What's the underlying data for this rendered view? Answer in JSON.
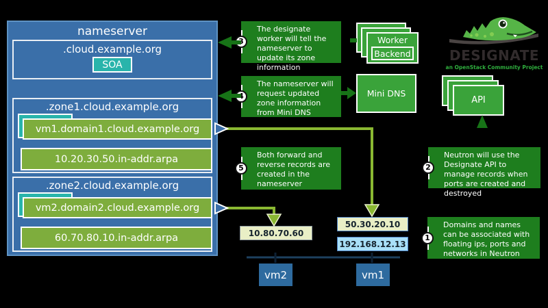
{
  "nameserver_panel": {
    "title": "nameserver",
    "soa": {
      "domain": ".cloud.example.org",
      "record": "SOA"
    },
    "zone1": {
      "name": ".zone1.cloud.example.org",
      "forward_record": "vm1.domain1.cloud.example.org",
      "reverse_record": "10.20.30.50.in-addr.arpa"
    },
    "zone2": {
      "name": ".zone2.cloud.example.org",
      "forward_record": "vm2.domain2.cloud.example.org",
      "reverse_record": "60.70.80.10.in-addr.arpa"
    }
  },
  "notes": {
    "n1": {
      "number": "1",
      "text": "Domains and names can be associated with floating ips, ports and networks in Neutron"
    },
    "n2": {
      "number": "2",
      "text": "Neutron will use the Designate API to manage records when ports are created and destroyed"
    },
    "n3": {
      "number": "3",
      "text": "The designate worker will tell the nameserver to update its zone information"
    },
    "n4": {
      "number": "4",
      "text": "The nameserver will request updated zone information from Mini DNS"
    },
    "n5": {
      "number": "5",
      "text": "Both forward and reverse records are created in the nameserver"
    }
  },
  "services": {
    "worker_label": "Worker",
    "backend_label": "Backend",
    "mini_dns_label": "Mini DNS",
    "api_label": "API"
  },
  "logo": {
    "title": "DESIGNATE",
    "subtitle": "an OpenStack Community Project"
  },
  "network": {
    "vm2_ip": "10.80.70.60",
    "vm1_floating_ip": "50.30.20.10",
    "vm1_fixed_ip": "192.168.12.13",
    "vm2_label": "vm2",
    "vm1_label": "vm1"
  },
  "colors": {
    "panel_blue": "#3a6fa9",
    "teal": "#29b4ab",
    "record_green": "#7ead3d",
    "note_green": "#1e7e1e",
    "service_green": "#3aa33a",
    "arrow_olive": "#8ab832",
    "arrow_dark_green": "#177317",
    "ip_pale": "#e9efc6",
    "ip_cyan": "#a9e0f8",
    "vm_blue": "#2e6b9f",
    "network_line": "#1d415f",
    "logo_green": "#2fae3e"
  }
}
